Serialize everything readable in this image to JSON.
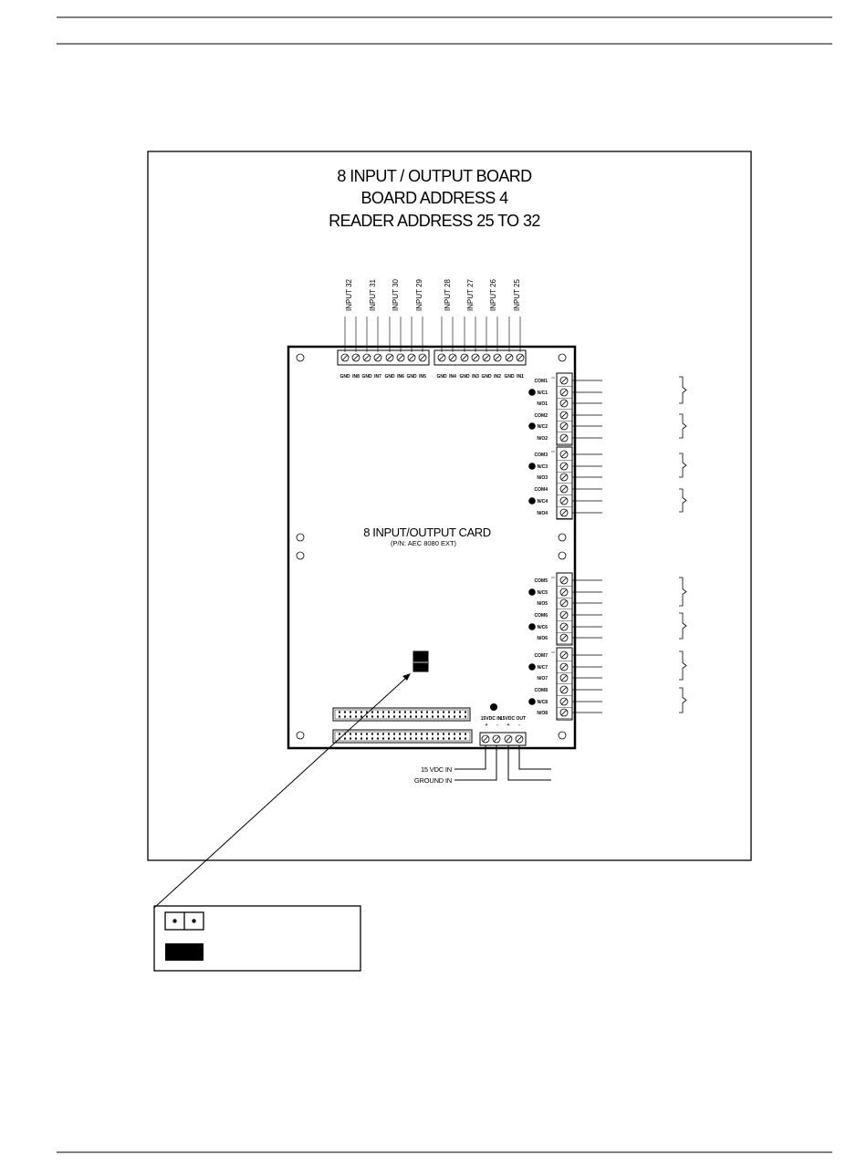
{
  "board": {
    "title_lines": [
      "8 INPUT / OUTPUT BOARD",
      "BOARD ADDRESS 4",
      "READER ADDRESS 25 TO 32"
    ],
    "card_name": "8 INPUT/OUTPUT CARD",
    "part_number": "(P/N: AEC 8080 EXT)"
  },
  "inputs": [
    "INPUT 32",
    "INPUT 31",
    "INPUT 30",
    "INPUT 29",
    "INPUT 28",
    "INPUT 27",
    "INPUT 26",
    "INPUT 25"
  ],
  "input_terminals": [
    "GND",
    "IN8",
    "GND",
    "IN7",
    "GND",
    "IN6",
    "GND",
    "IN5",
    "GND",
    "IN4",
    "GND",
    "IN3",
    "GND",
    "IN2",
    "GND",
    "IN1"
  ],
  "relay_terminals": [
    "COM1",
    "N/C1",
    "N/O1",
    "COM2",
    "N/C2",
    "N/O2",
    "COM3",
    "N/C3",
    "N/O3",
    "COM4",
    "N/C4",
    "N/O4",
    "COM5",
    "N/C5",
    "N/O5",
    "COM6",
    "N/C6",
    "N/O6",
    "COM7",
    "N/C7",
    "N/O7",
    "COM8",
    "N/C8",
    "N/O8"
  ],
  "power": {
    "header_in": "15VDC IN",
    "header_out": "15VDC OUT",
    "polarity": [
      "+",
      "-",
      "+",
      "-"
    ],
    "vdc_in_label": "15 VDC IN",
    "ground_in_label": "GROUND IN"
  },
  "colors": {
    "line": "#000000",
    "background": "#ffffff"
  }
}
